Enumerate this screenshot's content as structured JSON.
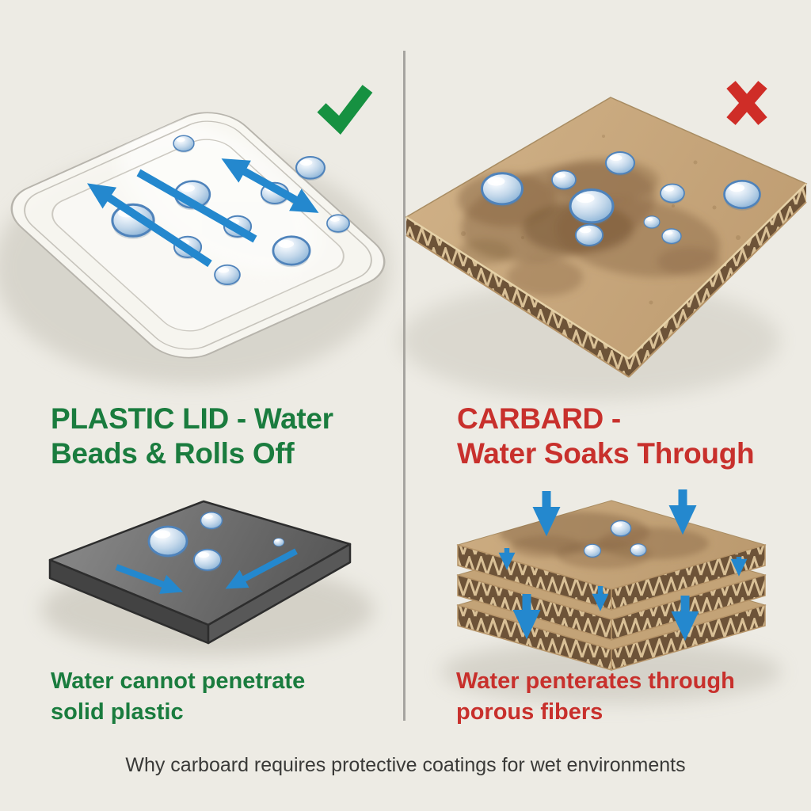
{
  "panels": {
    "left": {
      "heading": {
        "line1": "PLASTIC LID - Water",
        "line2": "Beads & Rolls Off"
      },
      "caption": {
        "line1": "Water cannot penetrate",
        "line2": "solid plastic"
      },
      "result_icon": "check"
    },
    "right": {
      "heading": {
        "line1": "CARBARD -",
        "line2": "Water Soaks Through"
      },
      "caption": {
        "line1": "Water penterates through",
        "line2": "porous fibers"
      },
      "result_icon": "cross"
    }
  },
  "footer": {
    "text": "Why carboard requires protective coatings for wet environments"
  },
  "colors": {
    "background": "#EDEBE4",
    "heading_green": "#1A7C3E",
    "heading_red": "#C8302C",
    "check_green": "#169141",
    "cross_red": "#CF2D27",
    "arrow_blue": "#2488CE",
    "divider_gray": "#A6A49F",
    "footer_text": "#3A3A38",
    "cardboard_tan": "#C5A379",
    "plastic_gray": "#6B6B6B",
    "droplet_blue": "#9FC0E0"
  }
}
